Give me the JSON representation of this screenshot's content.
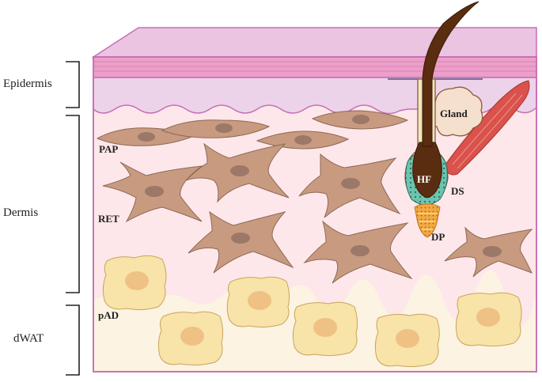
{
  "layers": {
    "epidermis": "Epidermis",
    "dermis": "Dermis",
    "dwat": "dWAT"
  },
  "labels": {
    "pap": "PAP",
    "ret": "RET",
    "pad": "pAD",
    "gland": "Gland",
    "hf": "HF",
    "ds": "DS",
    "dp": "DP"
  },
  "colors": {
    "outline": "#c86db5",
    "epidermis_top": "#e8b4dc",
    "epidermis_band": "#ec9fc8",
    "epidermis_body": "#ecd3ea",
    "dermis": "#fde7ea",
    "dwat": "#fcf3e3",
    "fibroblast": "#c89a7f",
    "fibroblast_nucleus": "#9c7869",
    "adipocyte": "#f8e3a9",
    "adipocyte_nucleus": "#f0c184",
    "hair": "#5a2c10",
    "sheath": "#6cc4ae",
    "papilla": "#f2a943",
    "muscle": "#d9524b",
    "gland": "#f5dfcd"
  }
}
